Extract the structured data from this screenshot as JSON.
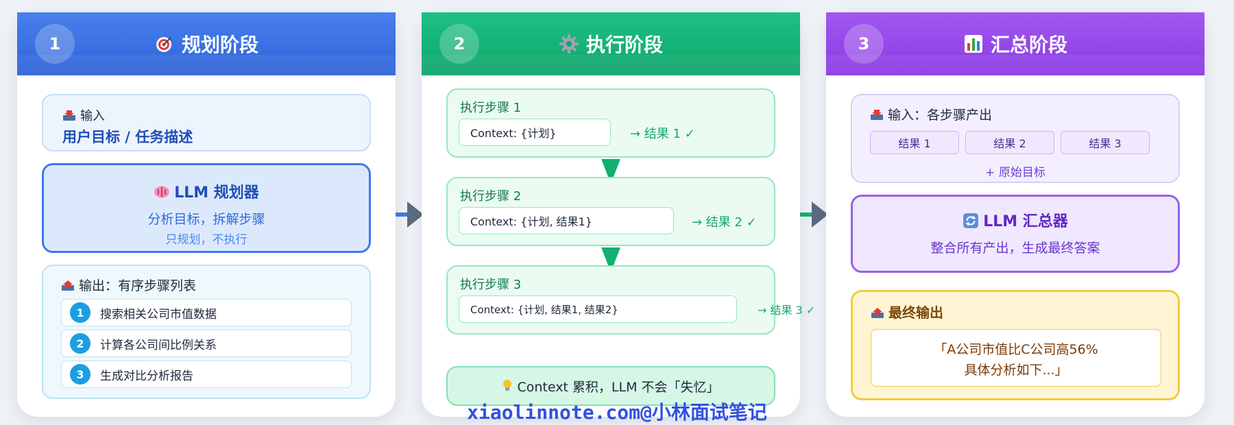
{
  "panels": {
    "plan": {
      "number": "1",
      "title": "规划阶段",
      "input_label": "输入",
      "input_value": "用户目标 / 任务描述",
      "planner_title": "LLM 规划器",
      "planner_desc": "分析目标，拆解步骤",
      "planner_note": "只规划，不执行",
      "output_label": "输出：有序步骤列表",
      "steps": [
        {
          "num": "1",
          "text": "搜索相关公司市值数据"
        },
        {
          "num": "2",
          "text": "计算各公司间比例关系"
        },
        {
          "num": "3",
          "text": "生成对比分析报告"
        }
      ],
      "icon": "target-icon"
    },
    "execute": {
      "number": "2",
      "title": "执行阶段",
      "icon": "gear-icon",
      "steps": [
        {
          "title": "执行步骤 1",
          "context": "Context: {计划}",
          "result": "→ 结果 1 ✓"
        },
        {
          "title": "执行步骤 2",
          "context": "Context: {计划, 结果1}",
          "result": "→ 结果 2 ✓"
        },
        {
          "title": "执行步骤 3",
          "context": "Context: {计划, 结果1, 结果2}",
          "result": "→ 结果 3 ✓"
        }
      ],
      "accumulate_note": "Context 累积，LLM 不会「失忆」"
    },
    "summary": {
      "number": "3",
      "title": "汇总阶段",
      "icon": "bar-chart-icon",
      "input_label": "输入：各步骤产出",
      "results": [
        "结果 1",
        "结果 2",
        "结果 3"
      ],
      "plus_goal": "+ 原始目标",
      "summarizer_title": "LLM 汇总器",
      "summarizer_desc": "整合所有产出，生成最终答案",
      "final_label": "最终输出",
      "final_line1": "「A公司市值比C公司高56%",
      "final_line2": "具体分析如下...」"
    }
  },
  "footer": "xiaolinnote.com@小林面试笔记",
  "colors": {
    "plan_accent": "#2d63d8",
    "execute_accent": "#0ea66a",
    "summary_accent": "#8b3ae4",
    "final_accent": "#f4cb3b"
  }
}
